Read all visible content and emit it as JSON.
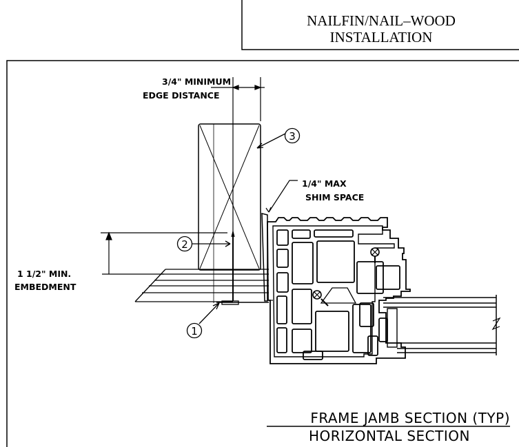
{
  "title": {
    "line1": "NAILFIN/NAIL–WOOD",
    "line2": "INSTALLATION"
  },
  "labels": {
    "edge_distance_1": "3/4\" MINIMUM",
    "edge_distance_2": "EDGE DISTANCE",
    "shim_1": "1/4\" MAX",
    "shim_2": "SHIM SPACE",
    "embedment_1": "1 1/2\" MIN.",
    "embedment_2": "EMBEDMENT"
  },
  "callouts": {
    "c1": "1",
    "c2": "2",
    "c3": "3"
  },
  "caption": {
    "line1": "FRAME JAMB SECTION (TYP)",
    "line2": "HORIZONTAL SECTION"
  }
}
